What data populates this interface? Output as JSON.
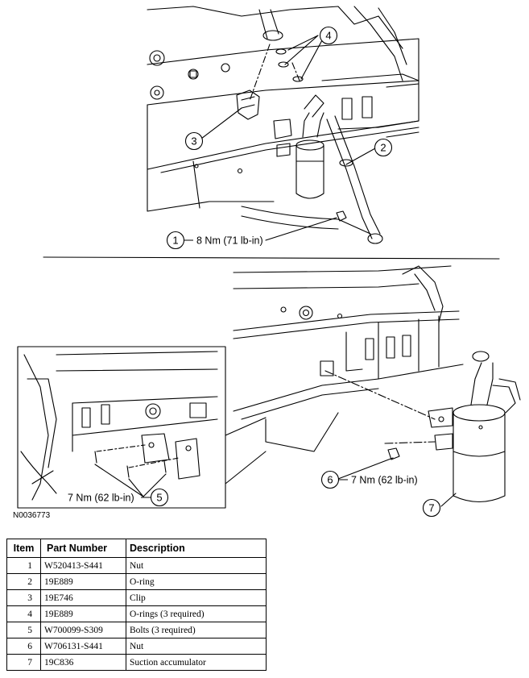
{
  "figure_id": "N0036773",
  "callouts": {
    "c1": {
      "num": "1",
      "text": "8 Nm (71 lb-in)"
    },
    "c2": {
      "num": "2"
    },
    "c3": {
      "num": "3"
    },
    "c4": {
      "num": "4"
    },
    "c5": {
      "num": "5",
      "text": "7 Nm (62 lb-in)"
    },
    "c6": {
      "num": "6",
      "text": "7 Nm (62 lb-in)"
    },
    "c7": {
      "num": "7"
    }
  },
  "table": {
    "headers": {
      "item": "Item",
      "part_number": "Part Number",
      "description": "Description"
    },
    "rows": [
      {
        "item": "1",
        "part_number": "W520413-S441",
        "description": "Nut"
      },
      {
        "item": "2",
        "part_number": "19E889",
        "description": "O-ring"
      },
      {
        "item": "3",
        "part_number": "19E746",
        "description": "Clip"
      },
      {
        "item": "4",
        "part_number": "19E889",
        "description": "O-rings (3 required)"
      },
      {
        "item": "5",
        "part_number": "W700099-S309",
        "description": "Bolts (3 required)"
      },
      {
        "item": "6",
        "part_number": "W706131-S441",
        "description": "Nut"
      },
      {
        "item": "7",
        "part_number": "19C836",
        "description": "Suction accumulator"
      }
    ]
  }
}
